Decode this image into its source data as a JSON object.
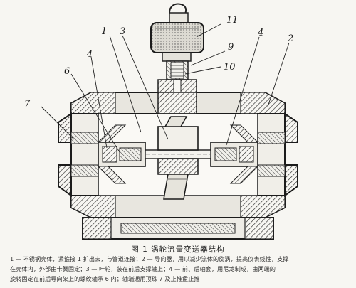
{
  "figure": {
    "caption": "图 1  涡轮流量变送器结构",
    "legend_lines": [
      "1 — 不锈钢壳体，紧箍接 1 扩出去，与管道连接；2 — 导向器，用以减少流体的旋涡，提高仪表线性，支撑",
      "在壳体内，外部由卡簧固定；3 — 叶轮，装在前后支撑轴上；4 — 前、后轴套，用尼龙制成，由两端的",
      "旋转固定在前后导向架上的螺纹轴承 6 内；轴端通用顶珠 7 及止推盘止推"
    ],
    "part_labels": [
      "11",
      "9",
      "10",
      "1",
      "3",
      "4",
      "2",
      "6",
      "4",
      "7"
    ]
  }
}
